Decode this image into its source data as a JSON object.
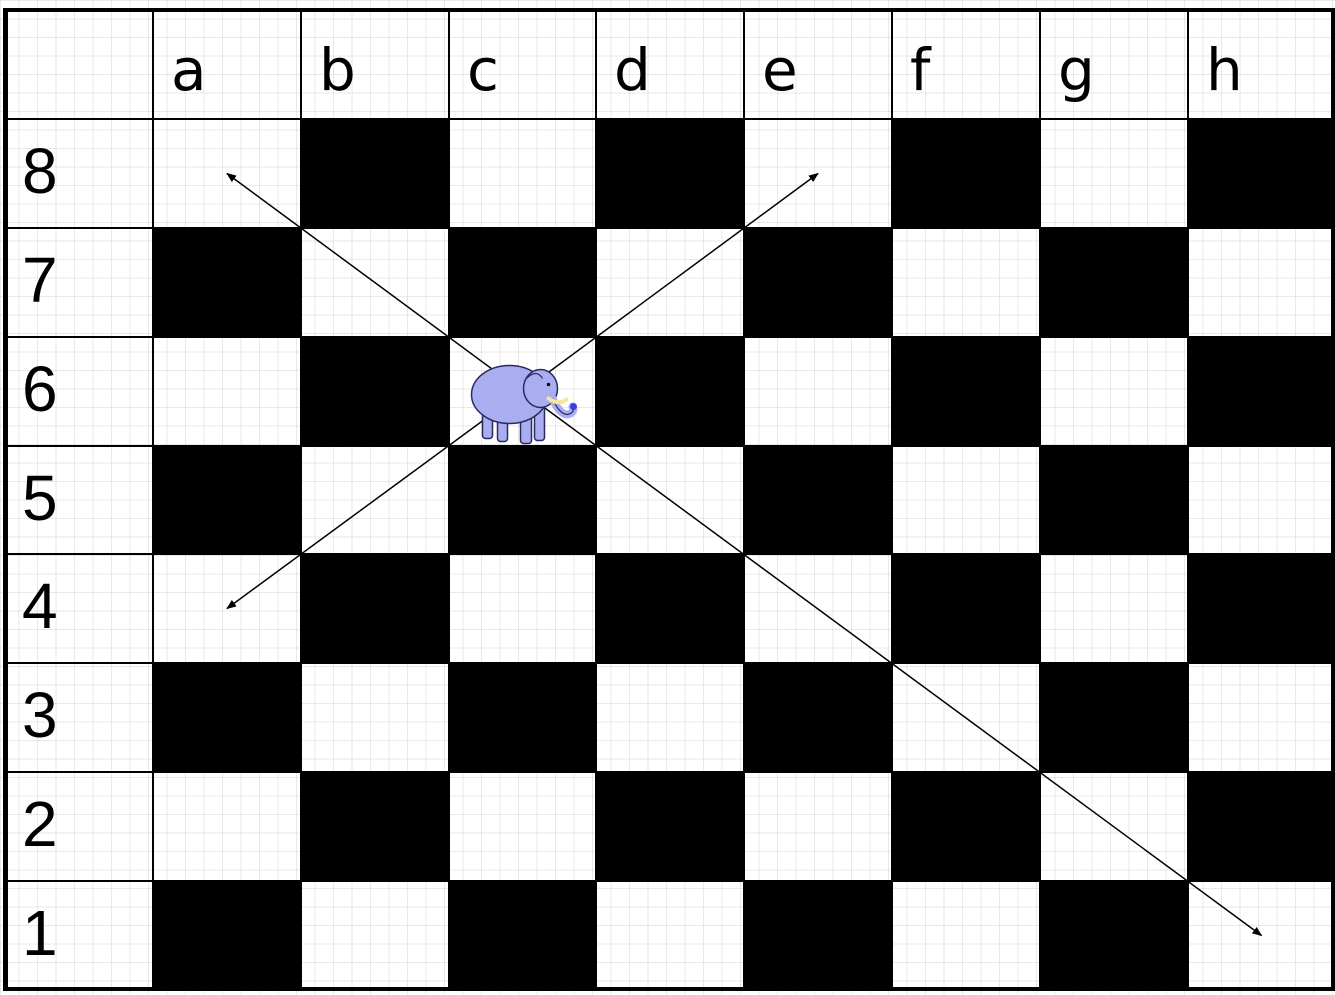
{
  "files": [
    "a",
    "b",
    "c",
    "d",
    "e",
    "f",
    "g",
    "h"
  ],
  "ranks": [
    "8",
    "7",
    "6",
    "5",
    "4",
    "3",
    "2",
    "1"
  ],
  "colors": {
    "dark_square": "#000000",
    "light_square": "#ffffff",
    "arrow": "#000000",
    "piece_body": "#a9aef0",
    "piece_tusk": "#f5e6a0"
  },
  "piece": {
    "name": "elephant-bishop",
    "square": "c6"
  },
  "arrows": [
    {
      "from": "c6",
      "to": "a8"
    },
    {
      "from": "c6",
      "to": "e8"
    },
    {
      "from": "c6",
      "to": "a4"
    },
    {
      "from": "c6",
      "to": "h1"
    }
  ]
}
